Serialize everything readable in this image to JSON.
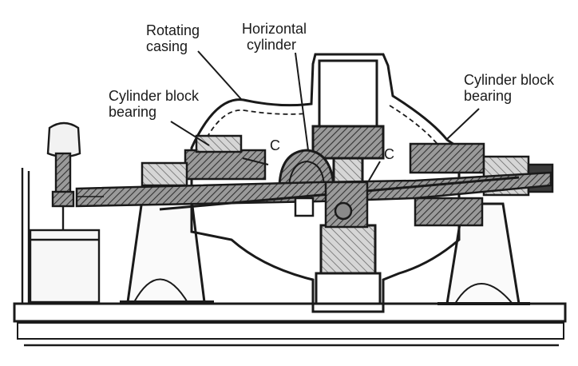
{
  "labels": {
    "rotating_casing": [
      "Rotating",
      "casing"
    ],
    "horizontal_cylinder": [
      "Horizontal",
      "cylinder"
    ],
    "cylinder_block_bearing_left": [
      "Cylinder block",
      "bearing"
    ],
    "cylinder_block_bearing_right": [
      "Cylinder block",
      "bearing"
    ],
    "c_left": "C",
    "c_right": "C"
  },
  "colors": {
    "ink": "#1a1a1a",
    "hatch": "#555555",
    "fill_dark": "#3a3a3a",
    "fill_mid": "#8a8a8a",
    "paper": "#ffffff"
  }
}
